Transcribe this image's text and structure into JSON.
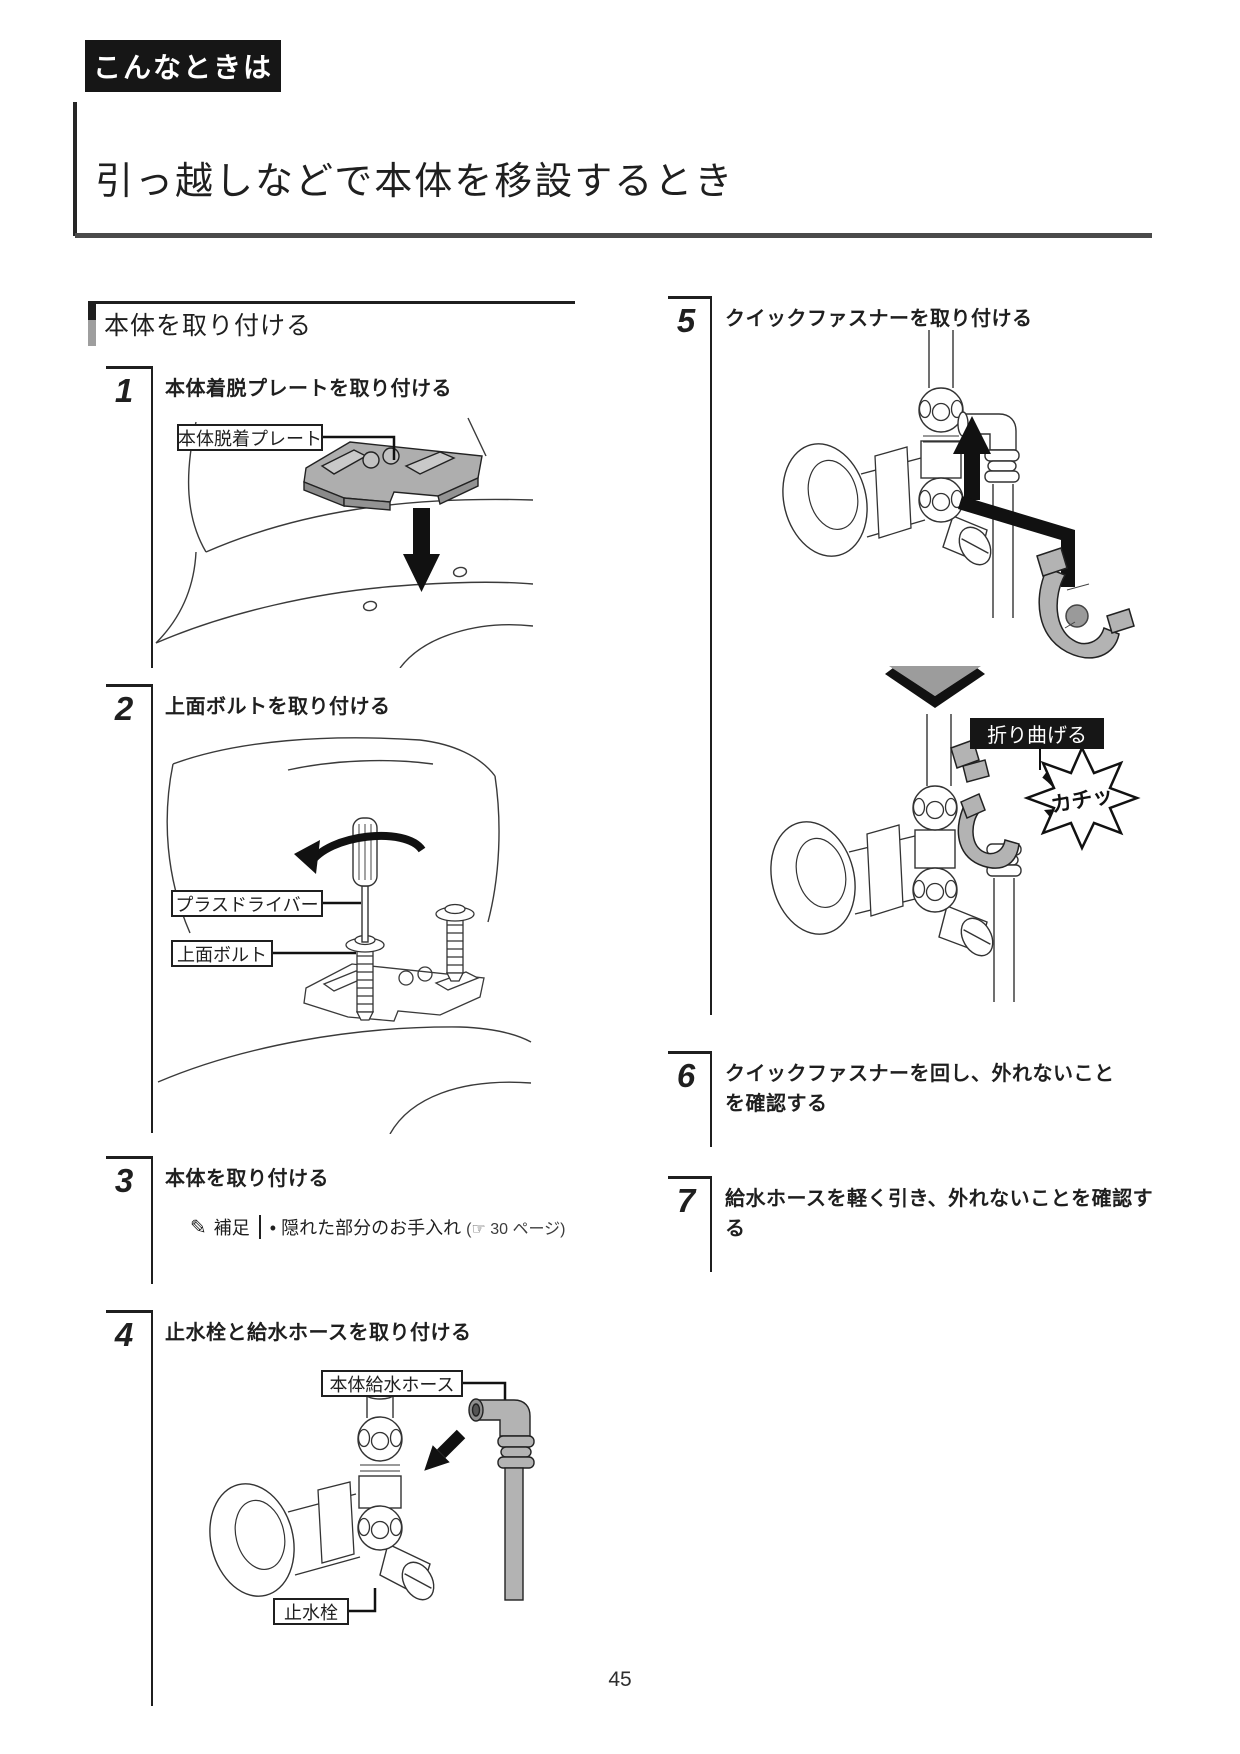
{
  "page": {
    "badge": "こんなときは",
    "title": "引っ越しなどで本体を移設するとき",
    "page_number": "45"
  },
  "section": {
    "heading": "本体を取り付ける"
  },
  "steps": {
    "s1": {
      "num": "1",
      "title": "本体着脱プレートを取り付ける",
      "plate_label": "本体脱着プレート"
    },
    "s2": {
      "num": "2",
      "title": "上面ボルトを取り付ける",
      "driver_label": "プラスドライバー",
      "bolt_label": "上面ボルト"
    },
    "s3": {
      "num": "3",
      "title": "本体を取り付ける",
      "note_icon": "✎",
      "note_label": "補足",
      "note_text": "• 隠れた部分のお手入れ",
      "note_ref": "(☞ 30 ページ)"
    },
    "s4": {
      "num": "4",
      "title": "止水栓と給水ホースを取り付ける",
      "hose_label": "本体給水ホース",
      "valve_label": "止水栓"
    },
    "s5": {
      "num": "5",
      "title": "クイックファスナーを取り付ける",
      "fold_label": "折り曲げる",
      "click_label": "カチッ"
    },
    "s6": {
      "num": "6",
      "title": "クイックファスナーを回し、外れないことを確認する"
    },
    "s7": {
      "num": "7",
      "title": "給水ホースを軽く引き、外れないことを確認する"
    }
  },
  "colors": {
    "ink": "#1f1f1f",
    "gray_fill": "#b3b3b3",
    "rule_gray": "#4a4a4a",
    "marker_gray": "#9e9e9e"
  }
}
